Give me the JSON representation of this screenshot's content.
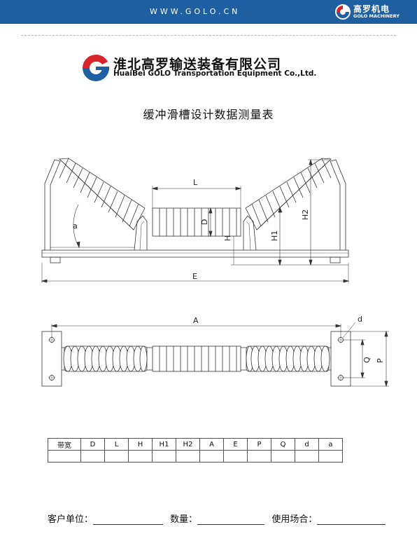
{
  "header": {
    "url": "WWW.GOLO.CN",
    "brand_cn": "高罗机电",
    "brand_en": "GOLO MACHINERY"
  },
  "company": {
    "name_cn": "淮北高罗输送装备有限公司",
    "name_en": "HuaiBei GOLO Transportation Equipment Co.,Ltd."
  },
  "document": {
    "title": "缓冲滑槽设计数据测量表"
  },
  "drawing_labels": {
    "front": {
      "L": "L",
      "D": "D",
      "H": "H",
      "H1": "H1",
      "H2": "H2",
      "E": "E",
      "a": "a"
    },
    "top": {
      "A": "A",
      "d": "d",
      "Q": "Q",
      "P": "P"
    }
  },
  "table": {
    "headers": [
      "带宽",
      "D",
      "L",
      "H",
      "H1",
      "H2",
      "A",
      "E",
      "P",
      "Q",
      "d",
      "a"
    ],
    "row": [
      "",
      "",
      "",
      "",
      "",
      "",
      "",
      "",
      "",
      "",
      "",
      ""
    ]
  },
  "footer": {
    "customer_label": "客户单位：",
    "quantity_label": "数量：",
    "site_label": "使用场合："
  },
  "colors": {
    "header_bg": "#1d5fa0",
    "logo_red": "#d9252a",
    "logo_blue": "#1d5fa0"
  }
}
